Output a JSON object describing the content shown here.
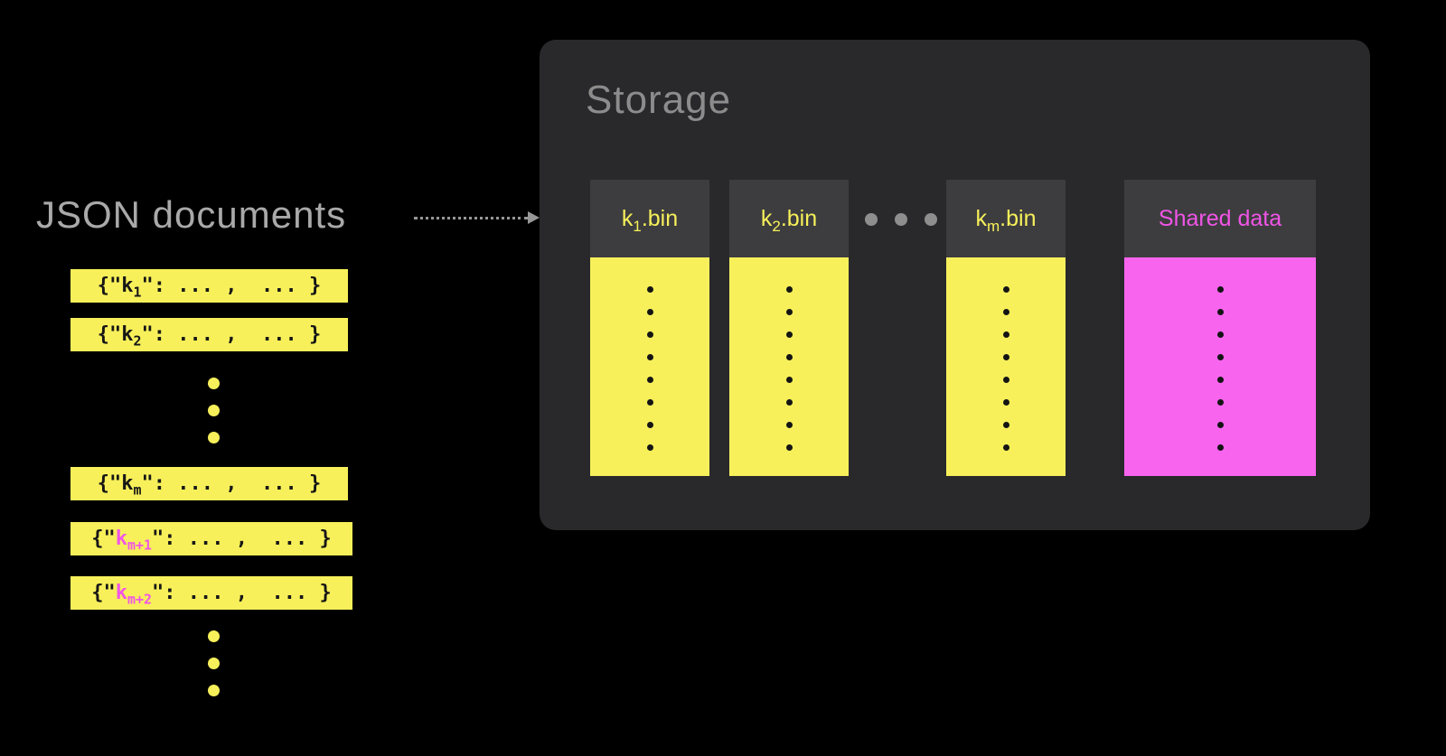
{
  "colors": {
    "yellow": "#f7f05a",
    "pink_text": "#f055e6",
    "pink_body": "#f964ef",
    "header_bg": "#3d3d3f",
    "panel_bg": "#29292c",
    "left_title_gray": "#a9a9a9",
    "storage_title_gray": "#8c8c8c",
    "code_dark": "#161616",
    "ellipsis_gray": "#8e8e8e",
    "arrow_gray": "#979797"
  },
  "left": {
    "title": "JSON documents",
    "docs": [
      {
        "open": "{\"",
        "key": "k",
        "sub": "1",
        "rest": "\": ... ,  ... }",
        "key_color": "#161616"
      },
      {
        "open": "{\"",
        "key": "k",
        "sub": "2",
        "rest": "\": ... ,  ... }",
        "key_color": "#161616"
      },
      {
        "open": "{\"",
        "key": "k",
        "sub": "m",
        "rest": "\": ... ,  ... }",
        "key_color": "#161616"
      },
      {
        "open": "{\"",
        "key": "k",
        "sub": "m+1",
        "rest": "\": ... ,  ... }",
        "key_color": "#f055e6"
      },
      {
        "open": "{\"",
        "key": "k",
        "sub": "m+2",
        "rest": "\": ... ,  ... }",
        "key_color": "#f055e6"
      }
    ]
  },
  "storage": {
    "title": "Storage",
    "columns": [
      {
        "key": "k",
        "sub": "1",
        "ext": ".bin",
        "label_color": "#f7f05a",
        "body_color": "#f7f05a"
      },
      {
        "key": "k",
        "sub": "2",
        "ext": ".bin",
        "label_color": "#f7f05a",
        "body_color": "#f7f05a"
      },
      {
        "key": "k",
        "sub": "m",
        "ext": ".bin",
        "label_color": "#f7f05a",
        "body_color": "#f7f05a"
      },
      {
        "label": "Shared data",
        "label_color": "#f055e6",
        "body_color": "#f964ef"
      }
    ]
  }
}
